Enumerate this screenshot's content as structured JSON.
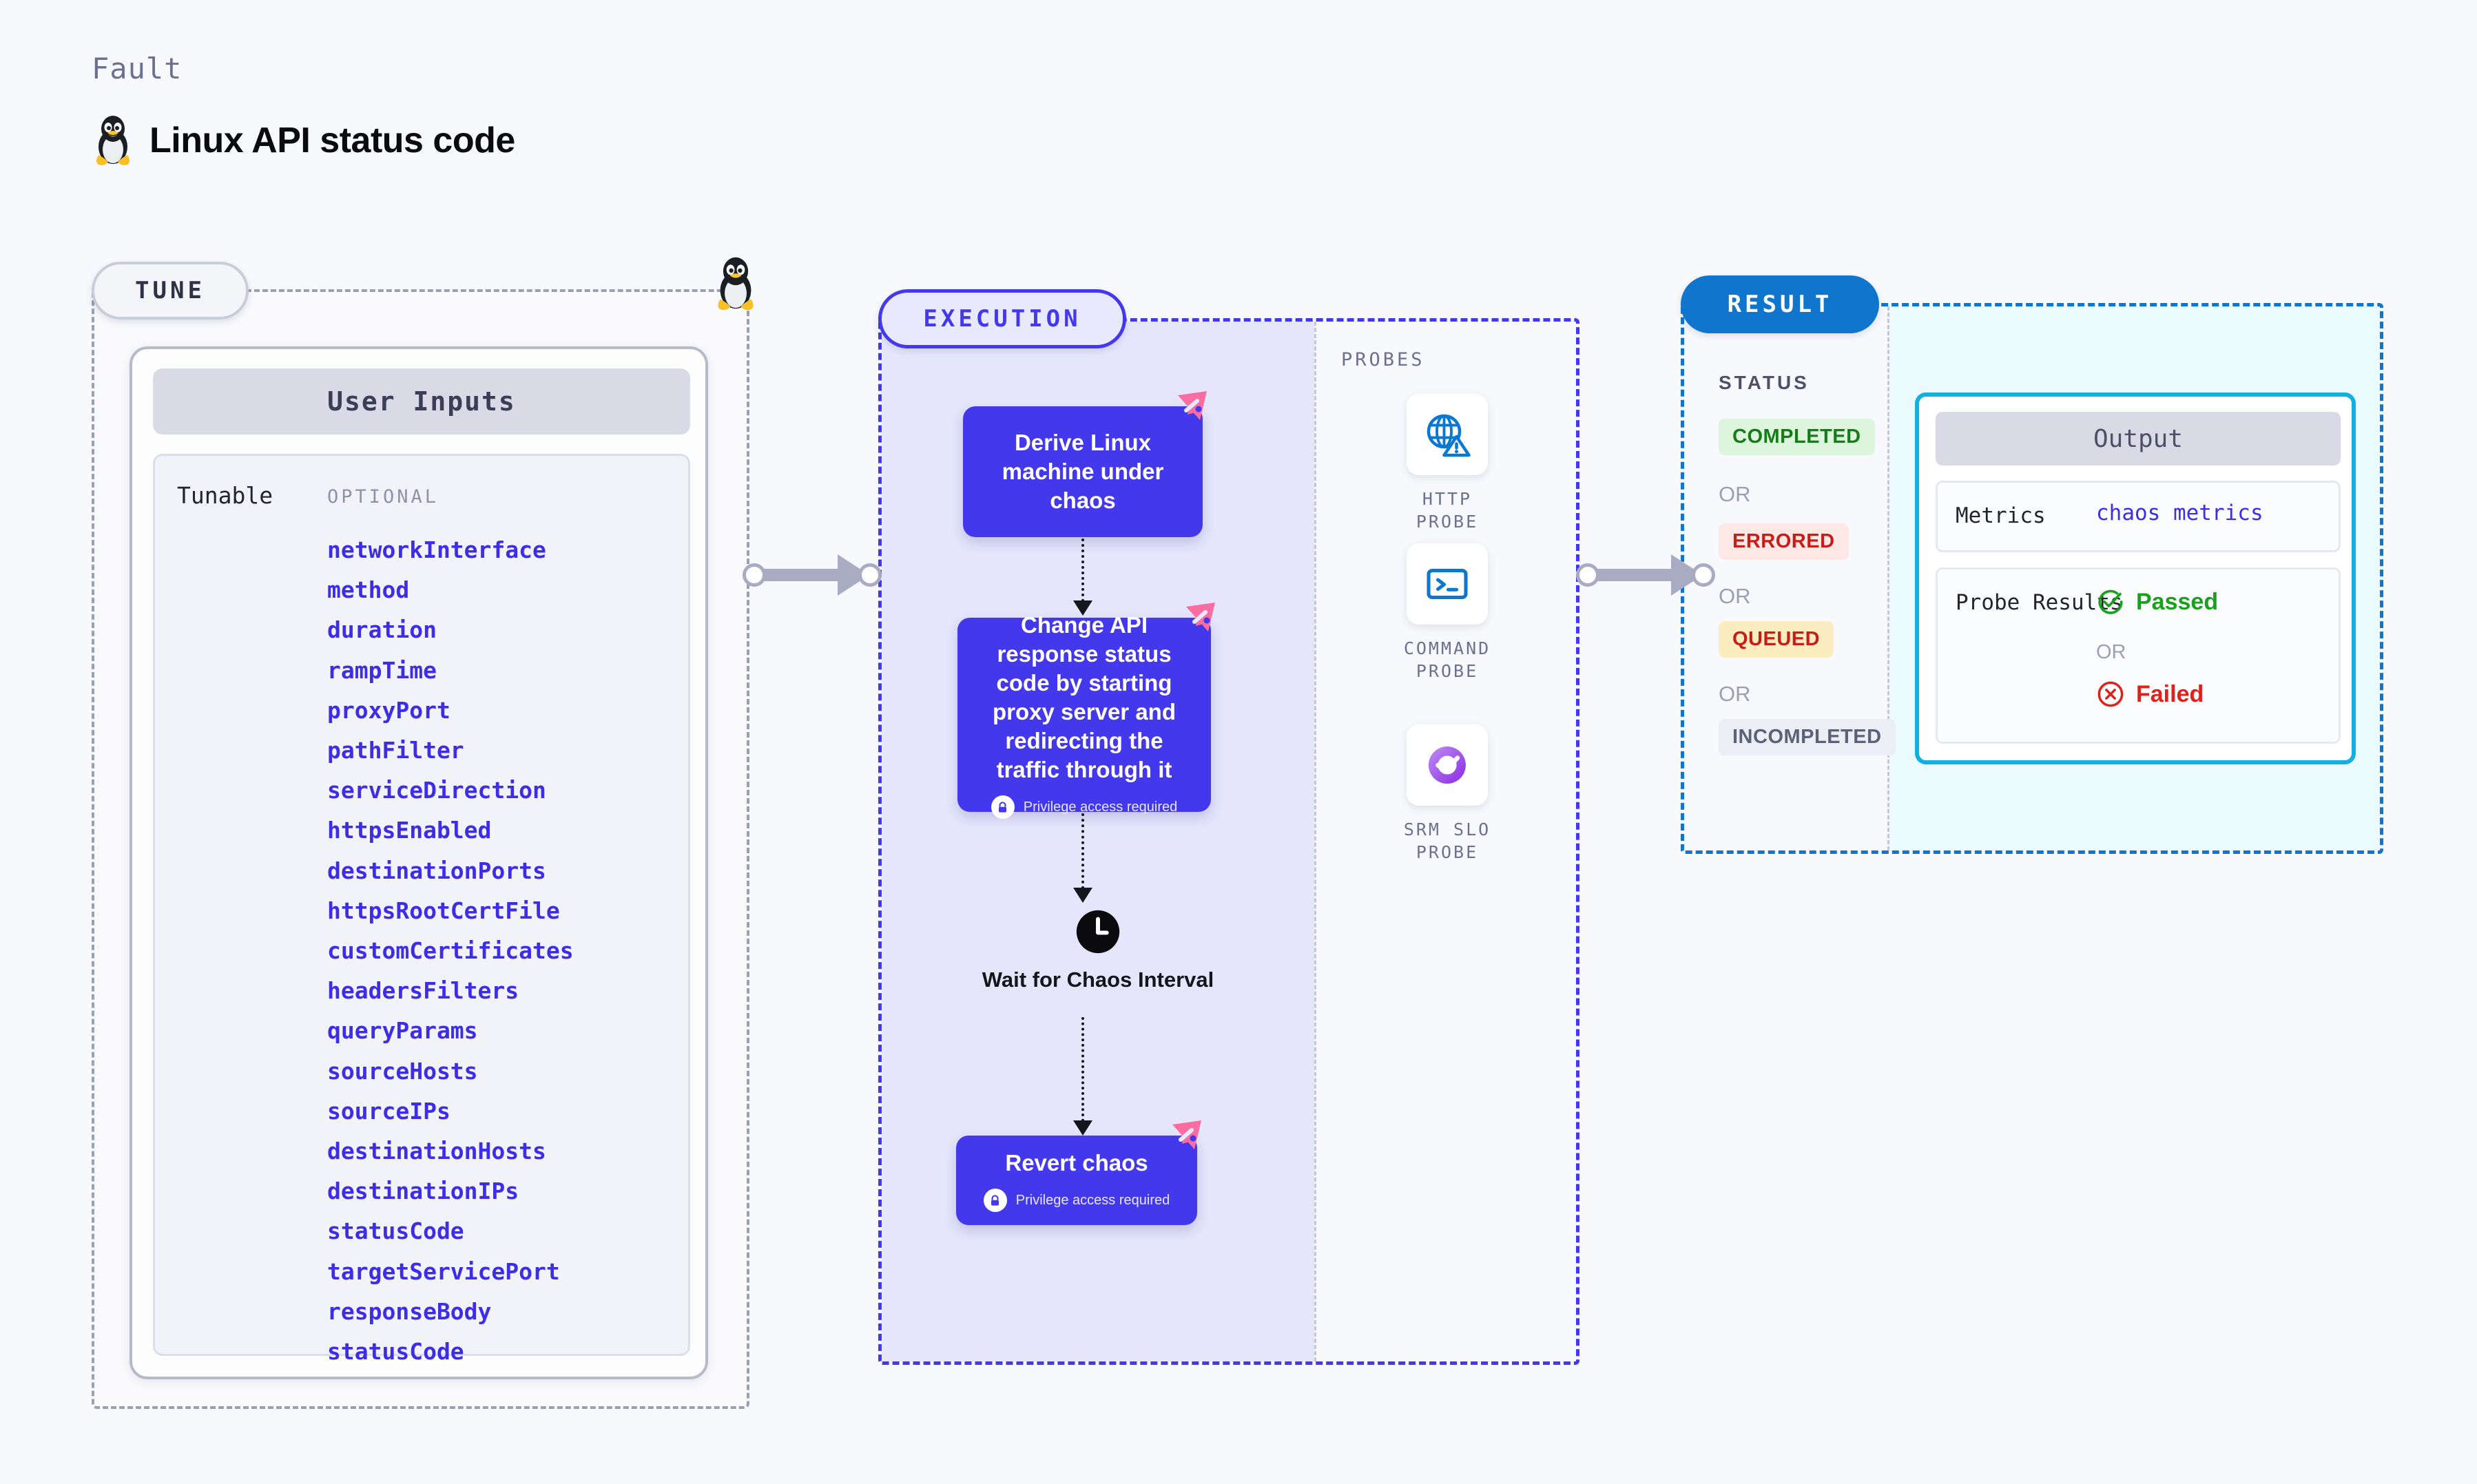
{
  "header": {
    "kicker": "Fault",
    "title": "Linux API status code",
    "tux_icon": "linux-penguin-icon"
  },
  "tune": {
    "pill_label": "TUNE",
    "card_header": "User Inputs",
    "tunable_label": "Tunable",
    "optional_label": "OPTIONAL",
    "params": [
      "networkInterface",
      "method",
      "duration",
      "rampTime",
      "proxyPort",
      "pathFilter",
      "serviceDirection",
      "httpsEnabled",
      "destinationPorts",
      "httpsRootCertFile",
      "customCertificates",
      "headersFilters",
      "queryParams",
      "sourceHosts",
      "sourceIPs",
      "destinationHosts",
      "destinationIPs",
      "statusCode",
      "targetServicePort",
      "responseBody",
      "statusCode"
    ]
  },
  "execution": {
    "pill_label": "EXECUTION",
    "nodes": [
      {
        "text": "Derive Linux machine under chaos",
        "privilege": null
      },
      {
        "text": "Change API response status code by starting proxy server and redirecting the traffic through it",
        "privilege": "Privilege access required"
      },
      {
        "text": "Revert chaos",
        "privilege": "Privilege access required"
      }
    ],
    "wait_label": "Wait for Chaos Interval"
  },
  "probes": {
    "title": "PROBES",
    "items": [
      {
        "label": "HTTP PROBE",
        "icon": "globe-warning-icon"
      },
      {
        "label": "COMMAND PROBE",
        "icon": "terminal-icon"
      },
      {
        "label": "SRM SLO PROBE",
        "icon": "slo-donut-check-icon"
      }
    ]
  },
  "result": {
    "pill_label": "RESULT",
    "status_title": "STATUS",
    "or_label": "OR",
    "statuses": [
      {
        "label": "COMPLETED",
        "bg": "#ddf5dc",
        "fg": "#167c1b"
      },
      {
        "label": "ERRORED",
        "bg": "#fde8e6",
        "fg": "#c71d18"
      },
      {
        "label": "QUEUED",
        "bg": "#fbedbf",
        "fg": "#c71d18"
      },
      {
        "label": "INCOMPLETED",
        "bg": "#eceef5",
        "fg": "#5b6177"
      }
    ],
    "output": {
      "header": "Output",
      "metrics_key": "Metrics",
      "metrics_value": "chaos metrics",
      "probe_key": "Probe Results",
      "passed_label": "Passed",
      "failed_label": "Failed",
      "or_label": "OR"
    }
  },
  "colors": {
    "accent_purple": "#4338ec",
    "accent_blue": "#1076cd",
    "accent_cyan": "#13aee2",
    "ribbon_pink": "#fb6ca0",
    "param_blue": "#3d2ce8"
  }
}
